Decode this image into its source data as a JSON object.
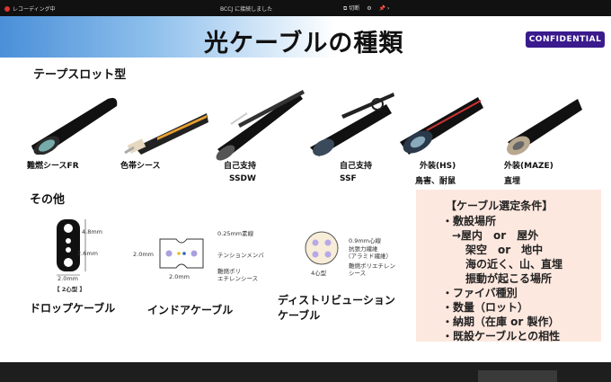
{
  "topbar": {
    "recording": "レコーディング中",
    "connection": "BCCJ に接続しました",
    "switch": "切断"
  },
  "slide": {
    "title": "光ケーブルの種類",
    "badge": "CONFIDENTIAL",
    "section_tape": "テープスロット型",
    "section_other": "その他",
    "tape_cables": [
      {
        "label": "難燃シースFR",
        "sub": ""
      },
      {
        "label": "色帯シース",
        "sub": ""
      },
      {
        "label": "自己支持",
        "sub": "SSDW"
      },
      {
        "label": "自己支持",
        "sub": "SSF"
      },
      {
        "label": "外装(HS)",
        "sub": "鳥害、耐鼠"
      },
      {
        "label": "外装(MAZE)",
        "sub": "直埋"
      }
    ],
    "drop": {
      "name": "ドロップケーブル",
      "caption": "【 2心型 】",
      "dim_h": "4.8mm",
      "dim_inner": "2.6mm",
      "dim_w": "2.0mm"
    },
    "indoor": {
      "name": "インドアケーブル",
      "dim_h": "2.0mm",
      "dim_w": "2.0mm",
      "core": "0.25mm素線",
      "tension": "テンションメンバ",
      "sheath1": "難燃ポリ",
      "sheath2": "エチレンシース"
    },
    "dist": {
      "name1": "ディストリビューション",
      "name2": "ケーブル",
      "core": "0.9mm心線",
      "tensile1": "抗張力繊維",
      "tensile2": "（アラミド繊維）",
      "sheath1": "難燃ポリエチレン",
      "sheath2": "シース",
      "type": "4心型"
    },
    "conditions": {
      "title": "【ケーブル選定条件】",
      "lines": [
        "・敷設場所",
        "→屋内　or　屋外",
        "架空　or　地中",
        "海の近く、山、直埋",
        "振動が起こる場所",
        "・ファイバ種別",
        "・数量（ロット）",
        "・納期（在庫 or 製作）",
        "・既設ケーブルとの相性"
      ]
    }
  }
}
